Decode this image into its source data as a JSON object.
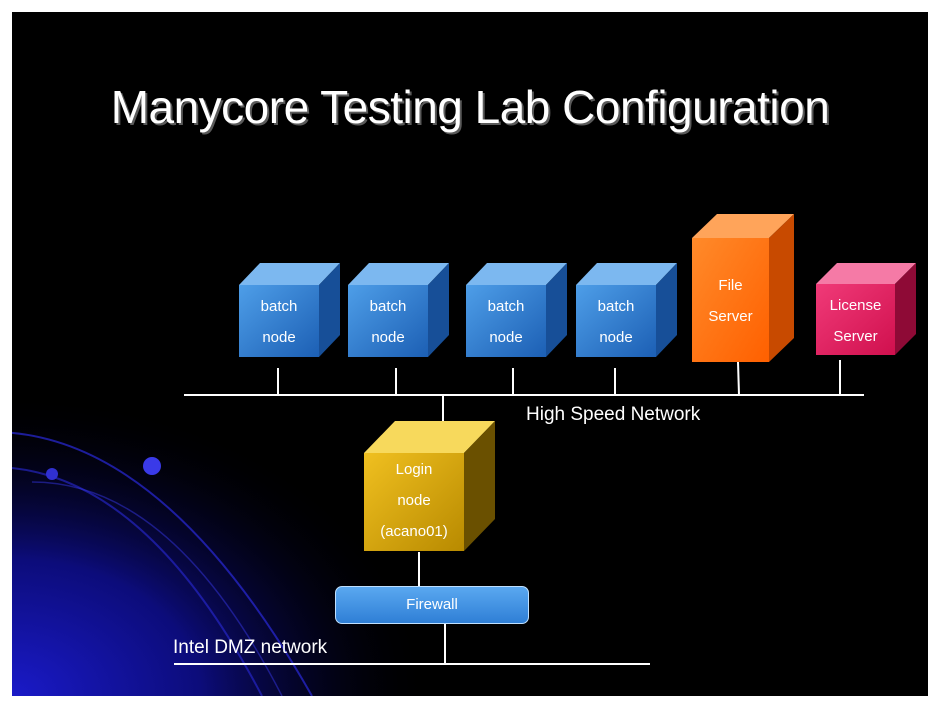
{
  "title": "Manycore Testing Lab Configuration",
  "nodes": {
    "batch1": [
      "batch",
      "node"
    ],
    "batch2": [
      "batch",
      "node"
    ],
    "batch3": [
      "batch",
      "node"
    ],
    "batch4": [
      "batch",
      "node"
    ],
    "file_server": [
      "File",
      "Server"
    ],
    "license_server": [
      "License",
      "Server"
    ],
    "login": [
      "Login",
      "node",
      "(acano01)"
    ]
  },
  "firewall": "Firewall",
  "networks": {
    "high_speed": "High Speed Network",
    "dmz": "Intel DMZ network"
  },
  "colors": {
    "background": "#000000",
    "batch_node": "#2a78d0",
    "file_server": "#ff6a00",
    "license_server": "#e0145a",
    "login_node": "#d9a800",
    "firewall": "#3d8fe0"
  }
}
